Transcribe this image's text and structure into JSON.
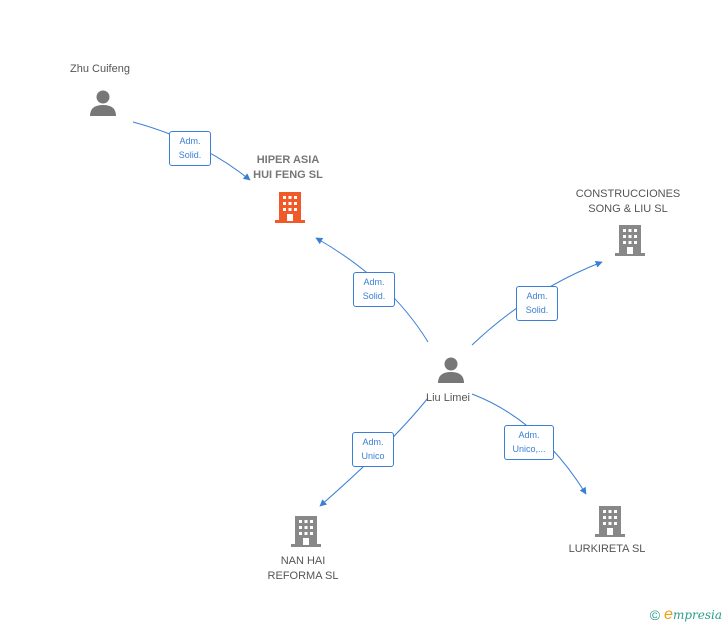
{
  "colors": {
    "edge": "#3a7fd5",
    "person": "#777777",
    "company": "#888888",
    "main_company": "#f05a28"
  },
  "nodes": {
    "zhu": {
      "label": "Zhu Cuifeng",
      "icon": "person-icon"
    },
    "liu": {
      "label": "Liu Limei",
      "icon": "person-icon"
    },
    "hiper": {
      "label": "HIPER ASIA\nHUI FENG  SL",
      "icon": "building-icon"
    },
    "construcciones": {
      "label": "CONSTRUCCIONES\nSONG & LIU SL",
      "icon": "building-icon"
    },
    "nanhai": {
      "label": "NAN HAI\nREFORMA  SL",
      "icon": "building-icon"
    },
    "lurkireta": {
      "label": "LURKIRETA SL",
      "icon": "building-icon"
    }
  },
  "edges": {
    "zhu_hiper": "Adm.\nSolid.",
    "liu_hiper": "Adm.\nSolid.",
    "liu_construcciones": "Adm.\nSolid.",
    "liu_nanhai": "Adm.\nUnico",
    "liu_lurkireta": "Adm.\nUnico,..."
  },
  "footer": {
    "copyright": "©",
    "brand_initial": "e",
    "brand_rest": "mpresia"
  }
}
